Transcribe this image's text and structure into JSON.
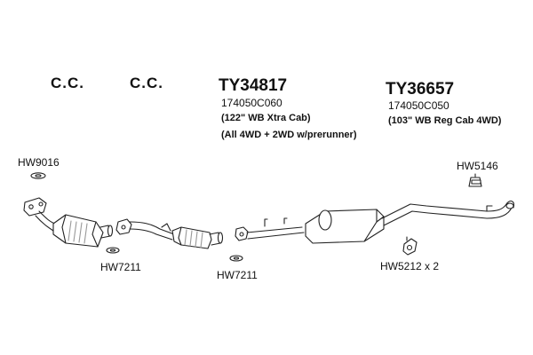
{
  "headers": {
    "cc_left": "C.C.",
    "cc_right": "C.C."
  },
  "part_a": {
    "code": "TY34817",
    "oem": "174050C060",
    "note1": "(122\" WB Xtra Cab)",
    "note2": "(All 4WD + 2WD w/prerunner)"
  },
  "part_b": {
    "code": "TY36657",
    "oem": "174050C050",
    "note1": "(103\" WB Reg Cab 4WD)"
  },
  "hardware": {
    "hw9016": "HW9016",
    "hw7211_left": "HW7211",
    "hw7211_right": "HW7211",
    "hw5146": "HW5146",
    "hw5212": "HW5212 x 2"
  },
  "colors": {
    "line": "#222222",
    "pipe_fill": "#ffffff",
    "shade": "#999999"
  }
}
